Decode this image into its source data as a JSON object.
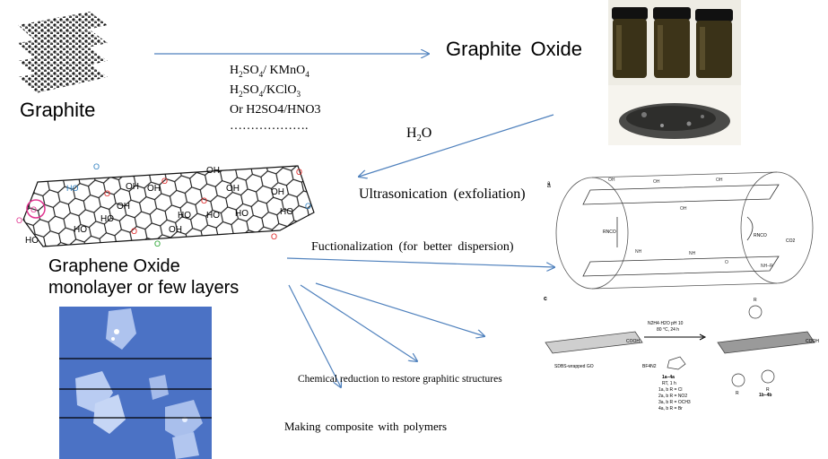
{
  "labels": {
    "graphite": "Graphite",
    "graphite_oxide": "Graphite Oxide",
    "reagent_line1": "H2SO4/ KMnO4",
    "reagent_line2": "H2SO4/KClO3",
    "reagent_line3": "Or H2SO4/HNO3",
    "reagent_line4": "……………….",
    "water": "H2O",
    "ultrasonication": "Ultrasonication (exfoliation)",
    "ultrasonication_note": "a",
    "go_line1": "Graphene  Oxide",
    "go_line2": "monolayer  or few layers",
    "functionalization": "Fuctionalization (for better dispersion)",
    "reduction": "Chemical reduction to restore graphitic structures",
    "composite": "Making composite with polymers"
  },
  "go_structure": {
    "oh_labels": [
      "OH",
      "OH",
      "OH",
      "OH",
      "OH",
      "OH",
      "HO",
      "HO",
      "HO",
      "HO",
      "HO",
      "HO",
      "HO",
      "HO",
      "HO",
      "OH",
      "OH"
    ],
    "o_labels": [
      "O",
      "O",
      "O",
      "O",
      "O",
      "O"
    ]
  },
  "scheme_a": {
    "tag": "a",
    "reagent_left": "RNCO",
    "reagent_right": "RNCO",
    "product": "CO2"
  },
  "scheme_c": {
    "tag": "c",
    "conditions_top1": "N2H4·H2O pH 10",
    "conditions_top2": "80 °C, 24 h",
    "conditions_mid": "RT, 1 h",
    "reagent": "BF4N2",
    "label_sdbs": "SDBS-wrapped GO",
    "label_1a4a": "1a–4a",
    "subst1": "1a, b R = Cl",
    "subst2": "2a, b R = NO2",
    "subst3": "3a, b R = OCH3",
    "subst4": "4a, b R = Br",
    "label_1b4b": "1b–4b",
    "cooh": "COOH",
    "r": "R"
  },
  "colors": {
    "arrow": "#4f81bd",
    "magenta": "#e0338f",
    "blue": "#2d7fc0",
    "red": "#e02020",
    "green": "#22a02a",
    "afm_bg": "#4b72c5",
    "jar": "#3a3218"
  }
}
